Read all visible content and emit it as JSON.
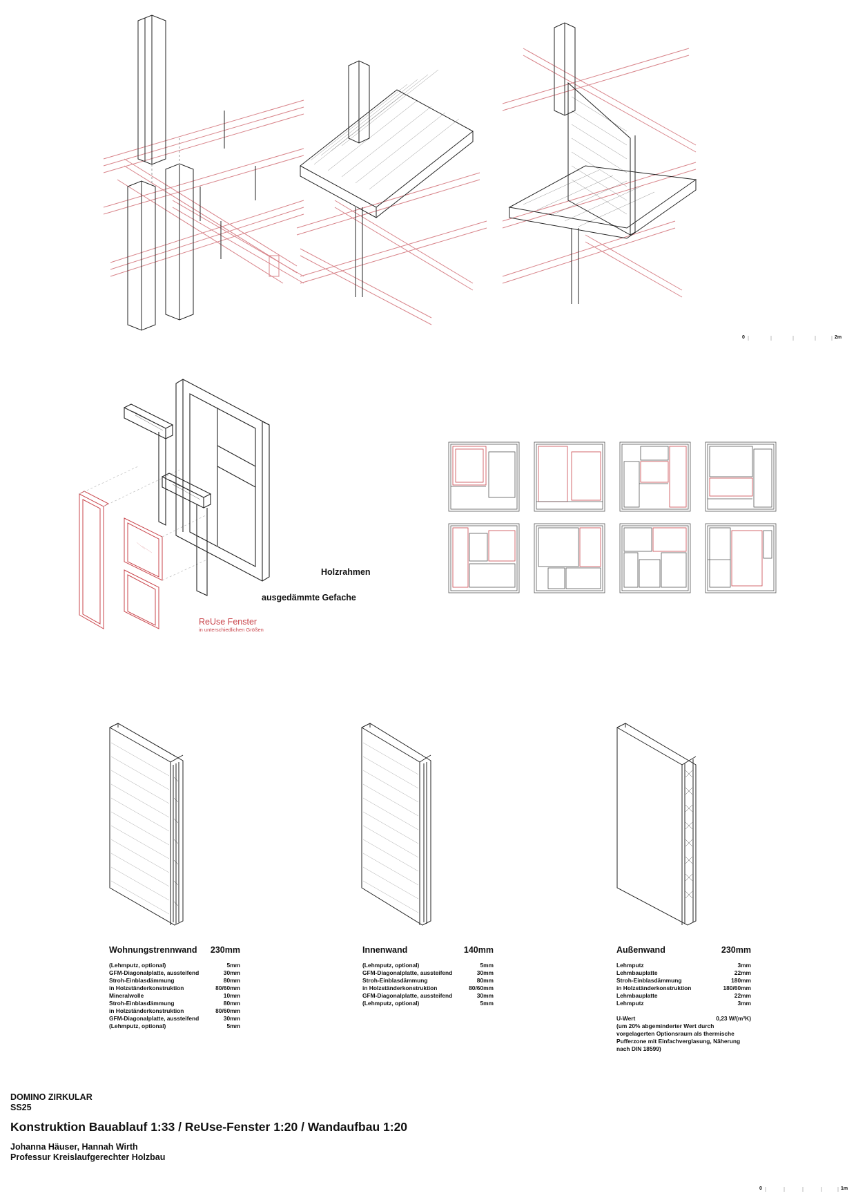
{
  "labels": {
    "holzrahmen": "Holzrahmen",
    "gefache": "ausgedämmte Gefache",
    "reuse_title": "ReUse Fenster",
    "reuse_sub": "in unterschiedlichen Größen"
  },
  "scales": {
    "top": {
      "start": "0",
      "end": "2m"
    },
    "bottom": {
      "start": "0",
      "end": "1m"
    }
  },
  "walls": [
    {
      "name": "Wohnungstrennwand",
      "thickness": "230mm",
      "layers": [
        {
          "label": "(Lehmputz, optional)",
          "value": "5mm"
        },
        {
          "label": "GFM-Diagonalplatte, aussteifend",
          "value": "30mm"
        },
        {
          "label": "Stroh-Einblasdämmung",
          "value": "80mm"
        },
        {
          "label": "in Holzständerkonstruktion",
          "value": "80/60mm"
        },
        {
          "label": "Mineralwolle",
          "value": "10mm"
        },
        {
          "label": "Stroh-Einblasdämmung",
          "value": "80mm"
        },
        {
          "label": "in Holzständerkonstruktion",
          "value": "80/60mm"
        },
        {
          "label": "GFM-Diagonalplatte, aussteifend",
          "value": "30mm"
        },
        {
          "label": "(Lehmputz, optional)",
          "value": "5mm"
        }
      ]
    },
    {
      "name": "Innenwand",
      "thickness": "140mm",
      "layers": [
        {
          "label": "(Lehmputz, optional)",
          "value": "5mm"
        },
        {
          "label": "GFM-Diagonalplatte, aussteifend",
          "value": "30mm"
        },
        {
          "label": "Stroh-Einblasdämmung",
          "value": "80mm"
        },
        {
          "label": "in Holzständerkonstruktion",
          "value": "80/60mm"
        },
        {
          "label": "GFM-Diagonalplatte, aussteifend",
          "value": "30mm"
        },
        {
          "label": "(Lehmputz, optional)",
          "value": "5mm"
        }
      ]
    },
    {
      "name": "Außenwand",
      "thickness": "230mm",
      "layers": [
        {
          "label": "Lehmputz",
          "value": "3mm"
        },
        {
          "label": "Lehmbauplatte",
          "value": "22mm"
        },
        {
          "label": "Stroh-Einblasdämmung",
          "value": "180mm"
        },
        {
          "label": "in Holzständerkonstruktion",
          "value": "180/60mm"
        },
        {
          "label": "Lehmbauplatte",
          "value": "22mm"
        },
        {
          "label": "Lehmputz",
          "value": "3mm"
        }
      ],
      "u_label": "U-Wert",
      "u_value": "0,23 W/(m²K)",
      "u_note": "(um 20% abgeminderter Wert durch  vorgelagerten Optionsraum als thermische Pufferzone mit Einfachverglasung, Näherung nach DIN 18599)"
    }
  ],
  "footer": {
    "project": "DOMINO ZIRKULAR",
    "semester": "SS25",
    "title": "Konstruktion Bauablauf 1:33 / ReUse-Fenster 1:20 / Wandaufbau 1:20",
    "authors": "Johanna Häuser, Hannah Wirth",
    "chair": "Professur Kreislaufgerechter Holzbau"
  },
  "colors": {
    "accent": "#c9454b",
    "line": "#222222"
  }
}
